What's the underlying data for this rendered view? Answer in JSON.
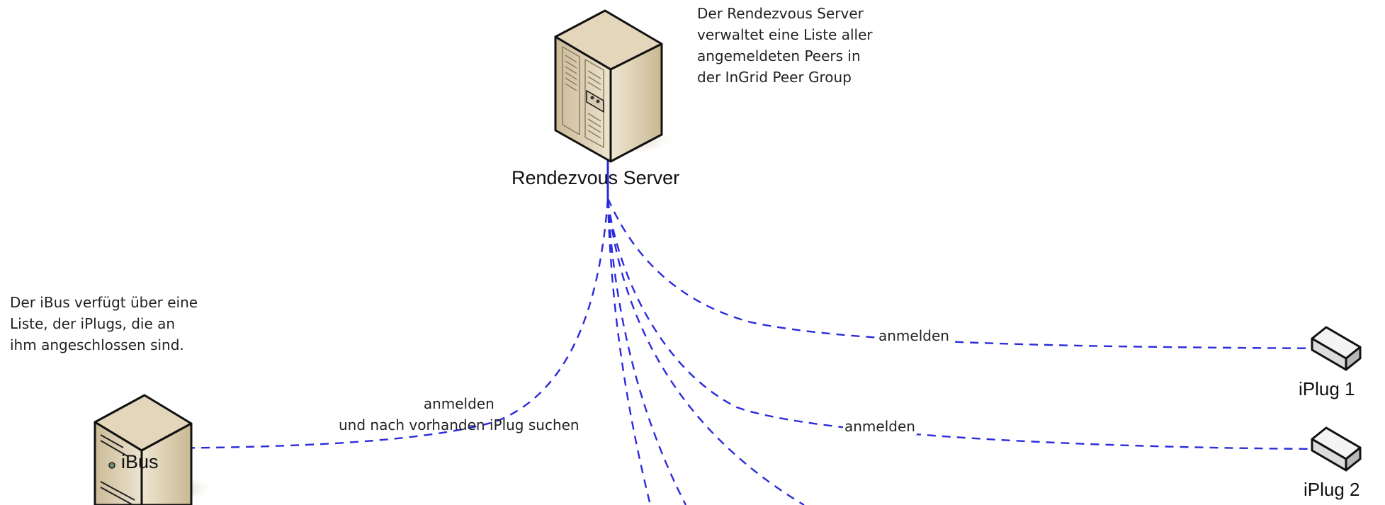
{
  "colors": {
    "connection_line": "#2b2bdc",
    "server_body": "#e3d6bb",
    "server_side": "#c2b08a",
    "server_outline": "#111111",
    "plug_body": "#e6e6e6"
  },
  "rendezvous": {
    "icon": "server-tower-icon",
    "label": "Rendezvous Server",
    "note_lines": [
      "Der Rendezvous Server",
      "verwaltet eine Liste aller",
      "angemeldeten Peers in",
      "der InGrid Peer Group"
    ]
  },
  "ibus": {
    "icon": "server-tower-icon",
    "label": "iBus",
    "note_lines": [
      "Der iBus verfügt über eine",
      "Liste, der iPlugs, die an",
      "ihm angeschlossen sind."
    ],
    "edge_label_lines": [
      "anmelden",
      "und nach vorhanden iPlug suchen"
    ]
  },
  "iplugs": [
    {
      "icon": "plug-box-icon",
      "label": "iPlug 1",
      "edge_label": "anmelden"
    },
    {
      "icon": "plug-box-icon",
      "label": "iPlug 2",
      "edge_label": "anmelden"
    }
  ]
}
